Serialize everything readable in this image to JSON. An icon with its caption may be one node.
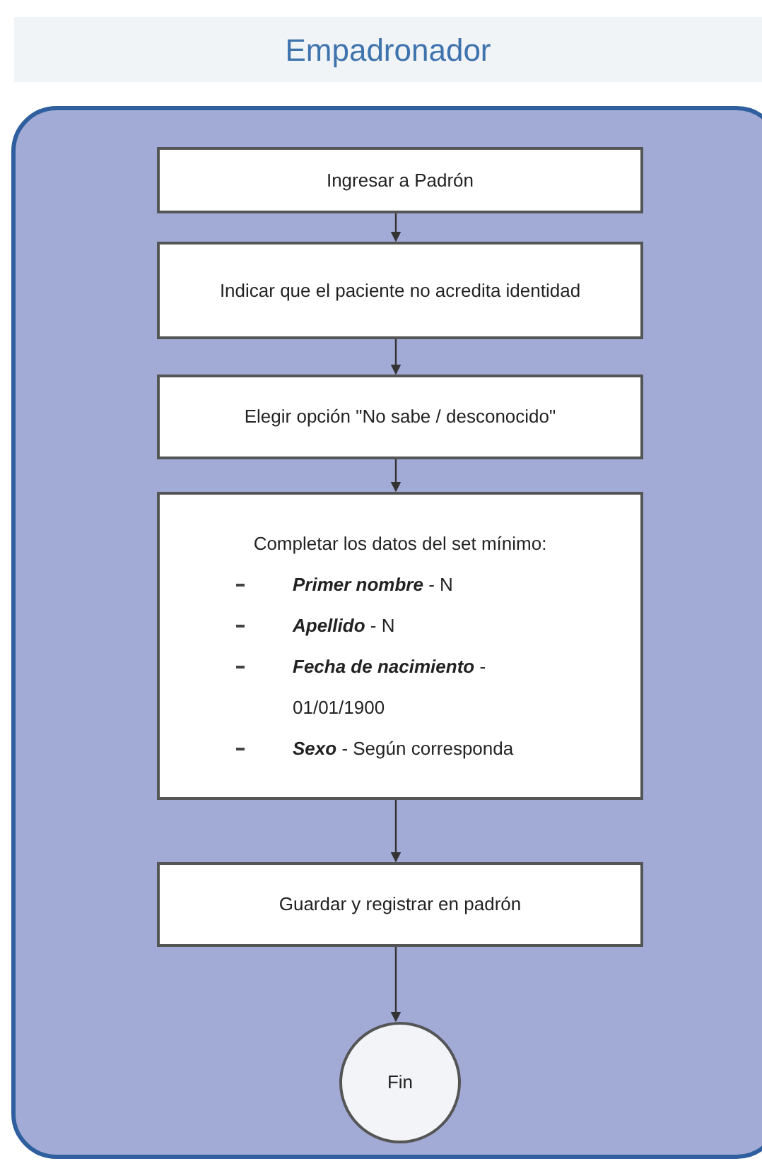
{
  "diagram": {
    "title": "Empadronador",
    "nodes": [
      {
        "text": [],
        "shape": "box"
      },
      {
        "text": [
          "Ingresar a Padrón"
        ],
        "in": 0
      },
      {
        "text": [
          "Indicar que el paciente no acredita identidad"
        ],
        "in": 0
      },
      {
        "text": [
          "Elegir opción \"No sabe / desconocido\""
        ],
        "in": 0
      },
      {
        "text": [
          "Completar los datos del set mínimo:",
          "**Primer nombre** - N",
          "**Apellido** - N",
          "**Fecha de nacimiento** - 01/01/1900",
          "**Sexo** - Según corresponda"
        ],
        "in": 0
      },
      {
        "text": [
          "Guardar y registrar en padrón"
        ],
        "in": 0
      },
      {
        "text": [
          "Fin"
        ],
        "in": 0
      }
    ],
    "edges": [
      {
        "from": 1,
        "to": 2,
        "arrow": "to"
      },
      {
        "from": 2,
        "to": 3,
        "arrow": "to"
      },
      {
        "from": 3,
        "to": 4,
        "arrow": "to"
      },
      {
        "from": 4,
        "to": 5,
        "arrow": "to"
      },
      {
        "from": 5,
        "to": 6,
        "arrow": "to"
      }
    ]
  }
}
